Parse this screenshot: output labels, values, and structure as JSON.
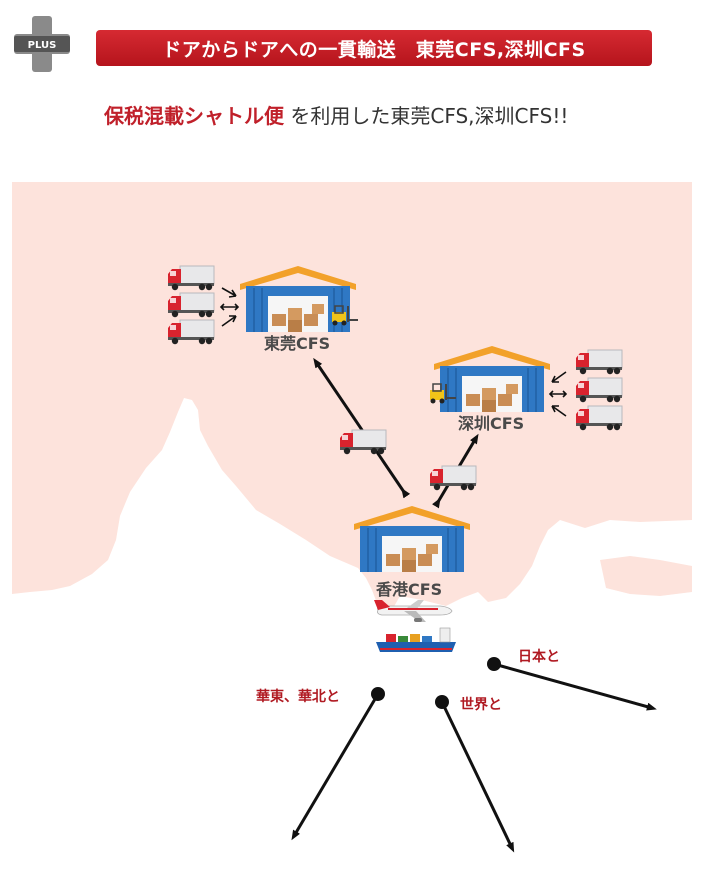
{
  "header": {
    "plus_badge": "PLUS",
    "banner_text": "ドアからドアへの一貫輸送　東莞CFS,深圳CFS",
    "subtitle_highlight": "保税混載シャトル便",
    "subtitle_rest": " を利用した東莞CFS,深圳CFS!!"
  },
  "nodes": {
    "dongguan": "東莞CFS",
    "shenzhen": "深圳CFS",
    "hongkong": "香港CFS"
  },
  "destinations": {
    "japan": "日本と",
    "east_north_china": "華東、華北と",
    "world": "世界と"
  },
  "colors": {
    "accent_red": "#c0202a",
    "land": "#fde3dc",
    "warehouse_blue": "#2f78c4",
    "roof_orange": "#f2a12a"
  }
}
